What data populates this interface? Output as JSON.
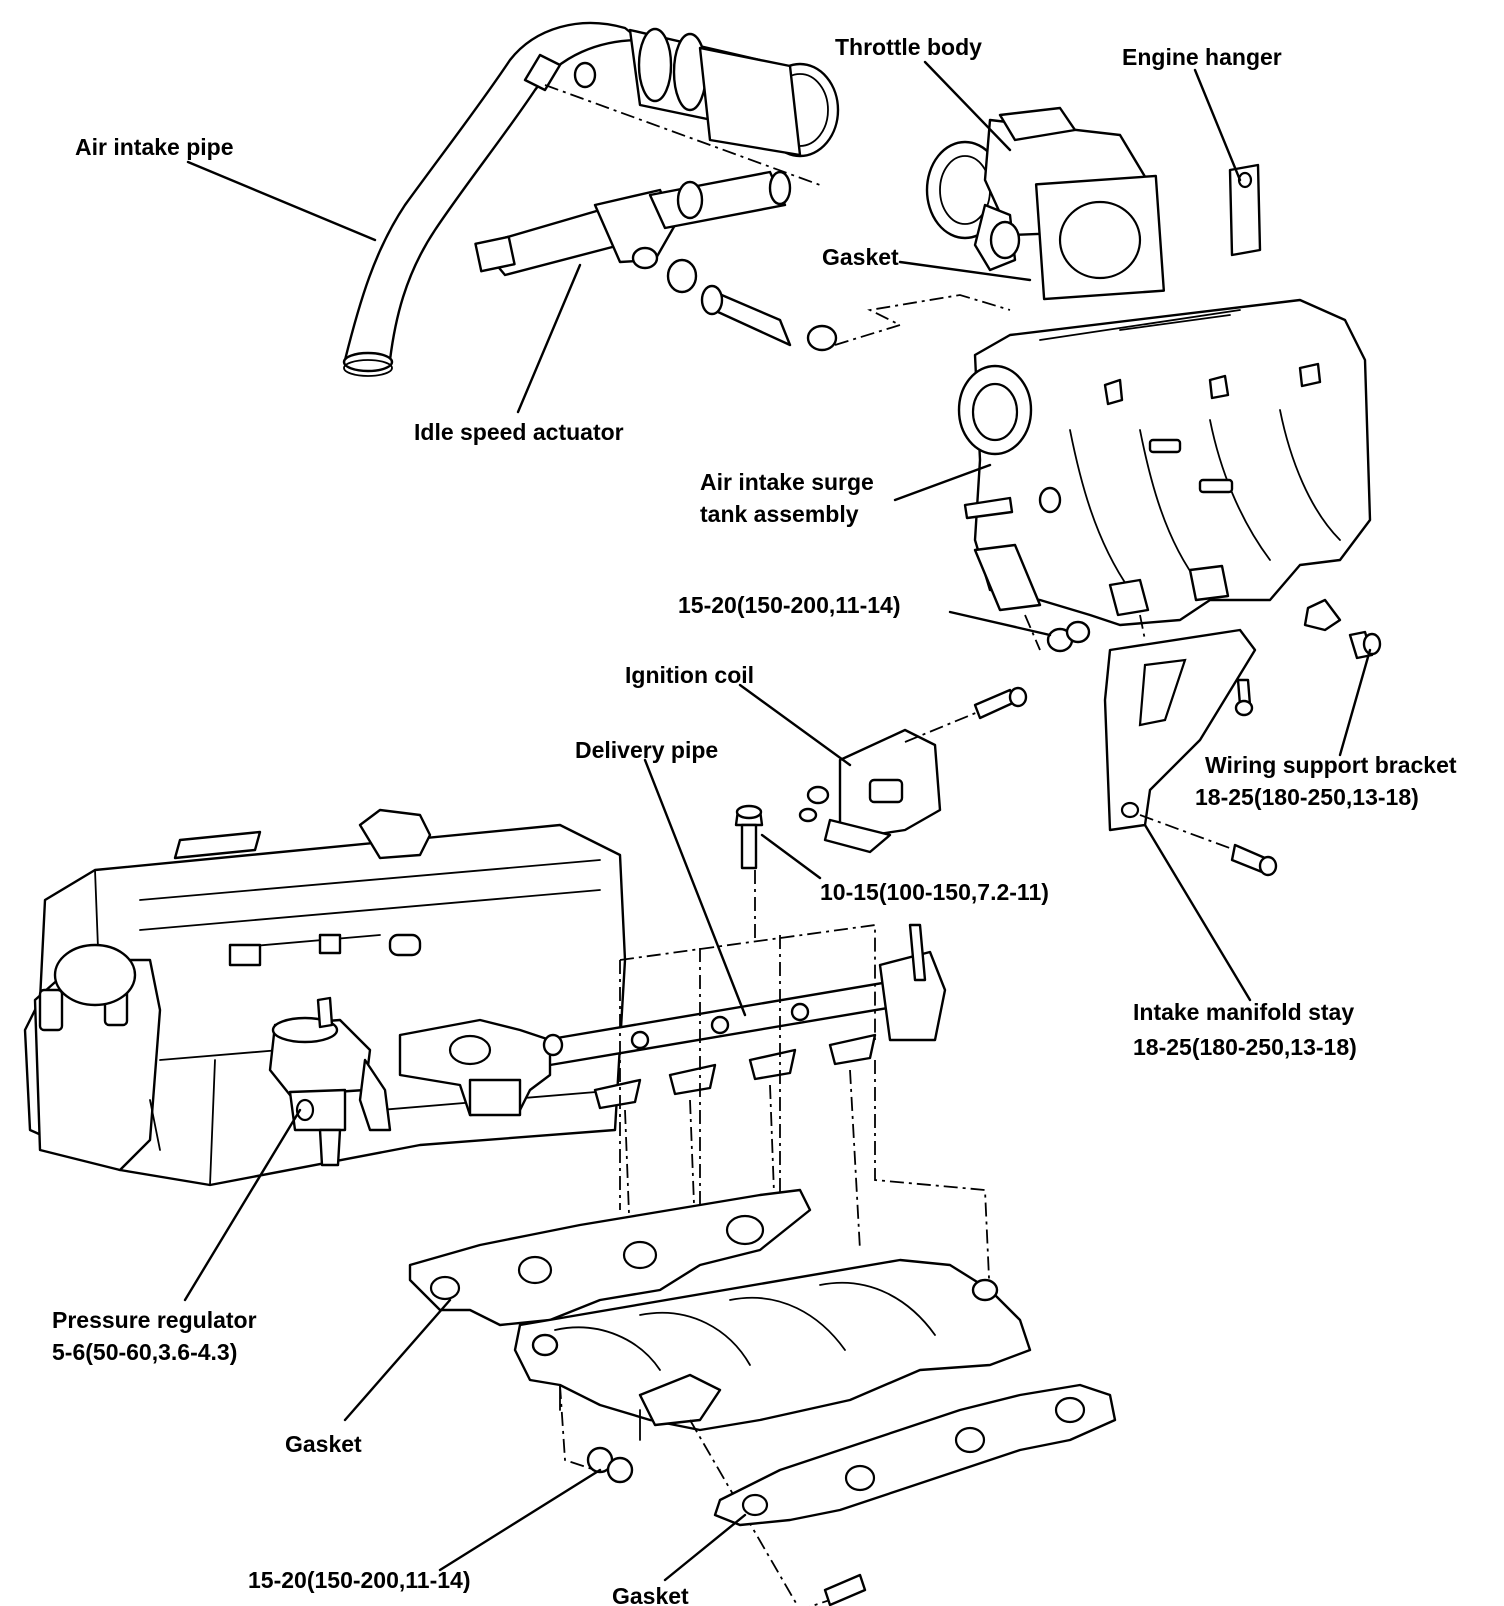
{
  "labels": {
    "air_intake_pipe": "Air intake pipe",
    "throttle_body": "Throttle body",
    "engine_hanger": "Engine hanger",
    "gasket_throttle": "Gasket",
    "idle_speed_actuator": "Idle speed actuator",
    "surge_tank_line1": "Air intake surge",
    "surge_tank_line2": "tank assembly",
    "surge_nut_torque": "15-20(150-200,11-14)",
    "ignition_coil": "Ignition coil",
    "delivery_pipe": "Delivery pipe",
    "wiring_support_bracket": "Wiring support bracket",
    "wiring_bracket_torque": "18-25(180-250,13-18)",
    "delivery_bolt_torque": "10-15(100-150,7.2-11)",
    "manifold_stay": "Intake manifold stay",
    "manifold_stay_torque": "18-25(180-250,13-18)",
    "pressure_regulator": "Pressure regulator",
    "pressure_regulator_torque": "5-6(50-60,3.6-4.3)",
    "gasket_lower_left": "Gasket",
    "manifold_nut_torque": "15-20(150-200,11-14)",
    "gasket_bottom": "Gasket"
  }
}
